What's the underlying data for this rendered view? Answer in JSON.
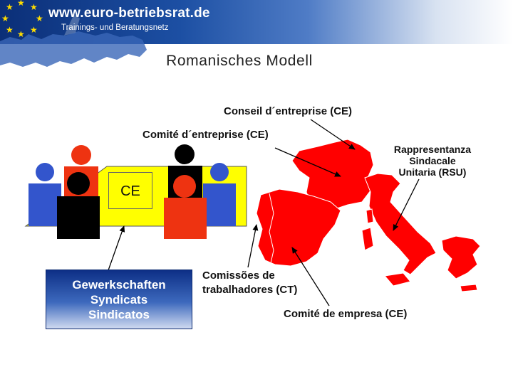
{
  "header": {
    "site_url": "www.euro-betriebsrat.de",
    "site_subtitle": "Trainings- und Beratungsnetz"
  },
  "title": "Romanisches Modell",
  "labels": {
    "conseil": "Conseil d´entreprise (CE)",
    "comite_ce": "Comité d´entreprise (CE)",
    "rsu_lines": [
      "Rappresentanza",
      "Sindacale",
      "Unitaria (RSU)"
    ],
    "ct_lines": [
      "Comissões de",
      "trabalhadores (CT)"
    ],
    "empresa": "Comité de empresa (CE)",
    "ce_box": "CE"
  },
  "union_box": {
    "lines": [
      "Gewerkschaften",
      "Syndicats",
      "Sindicatos"
    ]
  },
  "colors": {
    "map_red": "#ff0000",
    "table_yellow": "#ffff00",
    "figure_blue": "#3355cc",
    "figure_red": "#ee3311",
    "figure_black": "#000000",
    "header_blue": "#1c4fa3"
  },
  "icons": [
    "europe-map-icon",
    "star-icon",
    "meeting-table-icon",
    "person-icon",
    "arrow-icon"
  ]
}
